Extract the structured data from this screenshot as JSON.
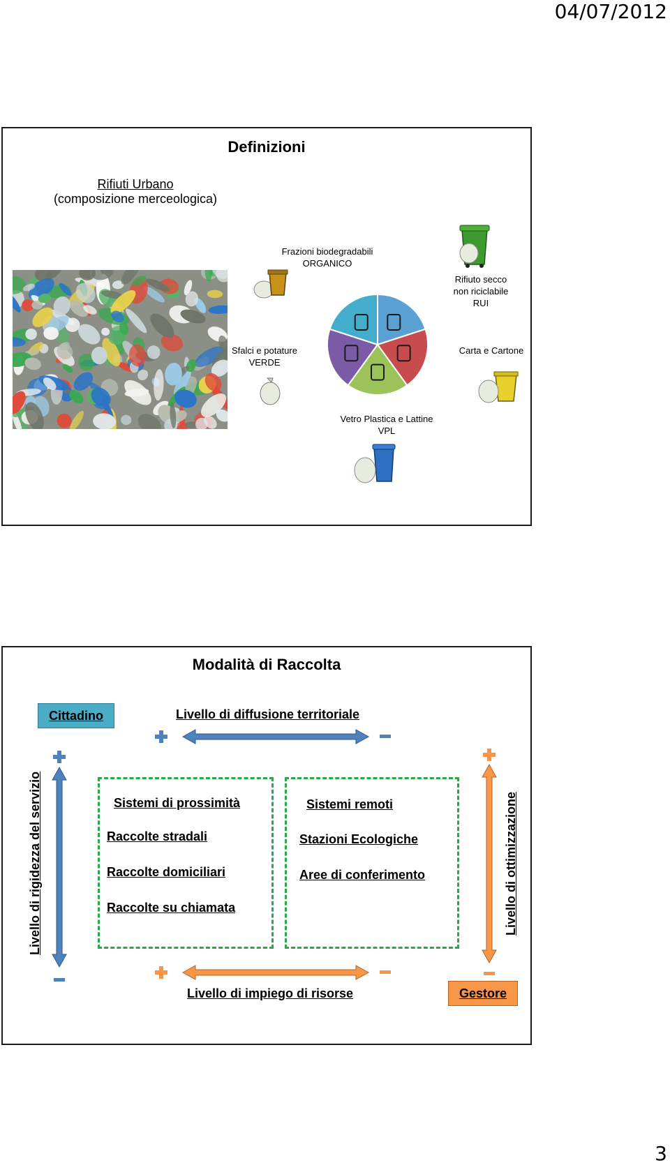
{
  "header": {
    "date": "04/07/2012"
  },
  "footer": {
    "page_number": "3"
  },
  "slide1": {
    "title": "Definizioni",
    "subtitle_main": "Rifiuti Urbano",
    "subtitle_sub": "(composizione merceologica)",
    "labels": {
      "organico_l1": "Frazioni biodegradabili",
      "organico_l2": "ORGANICO",
      "rui_l1": "Rifiuto secco",
      "rui_l2": "non riciclabile",
      "rui_l3": "RUI",
      "verde_l1": "Sfalci e potature",
      "verde_l2": "VERDE",
      "carta": "Carta e Cartone",
      "vpl_l1": "Vetro Plastica e Lattine",
      "vpl_l2": "VPL"
    },
    "wheel_colors": [
      "#5aa0d2",
      "#c84b4e",
      "#9bc35a",
      "#7b5ba6",
      "#42aecb"
    ],
    "bin_colors": {
      "green": "#3d9a2e",
      "yellow": "#e8d12a",
      "blue": "#2d6fc0",
      "brown": "#c8921a",
      "bag": "#e8ecde"
    }
  },
  "slide2": {
    "title": "Modalità di Raccolta",
    "cittadino": "Cittadino",
    "gestore": "Gestore",
    "top_axis": "Livello di diffusione territoriale",
    "bottom_axis": "Livello di impiego di risorse",
    "left_axis": "Livello di rigidezza del servizio",
    "right_axis": "Livello di ottimizzazione",
    "left_box": {
      "title": "Sistemi di prossimità",
      "items": [
        "Raccolte stradali",
        "Raccolte domiciliari",
        "Raccolte su chiamata"
      ]
    },
    "right_box": {
      "title": "Sistemi remoti",
      "items": [
        "Stazioni Ecologiche",
        "Aree di conferimento"
      ]
    },
    "colors": {
      "blue": "#4f81bd",
      "orange": "#f79646",
      "cittadino_bg": "#4bacc6",
      "gestore_bg": "#f79646",
      "dash": "#2ca64a"
    }
  }
}
